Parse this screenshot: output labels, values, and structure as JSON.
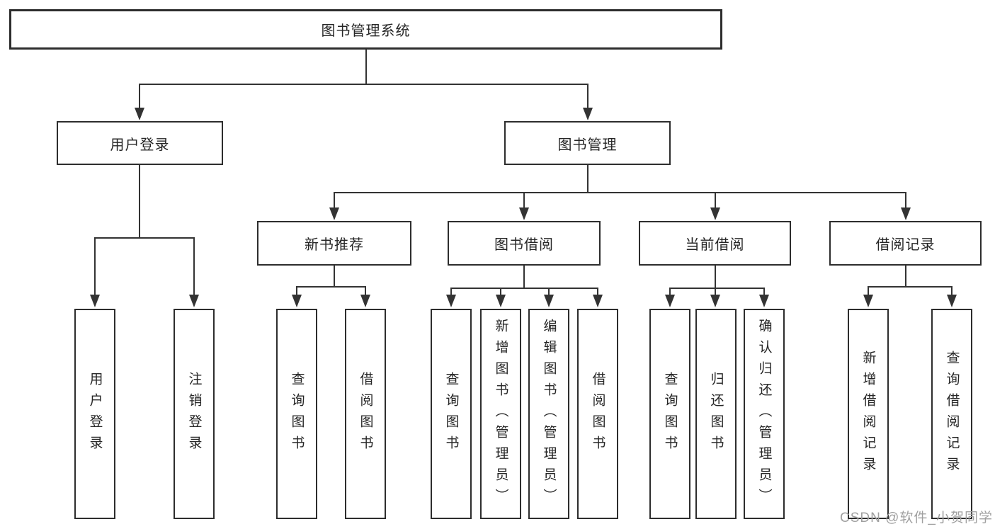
{
  "diagram": {
    "root": {
      "label": "图书管理系统"
    },
    "level2": [
      {
        "label": "用户登录"
      },
      {
        "label": "图书管理"
      }
    ],
    "level3": [
      {
        "label": "新书推荐"
      },
      {
        "label": "图书借阅"
      },
      {
        "label": "当前借阅"
      },
      {
        "label": "借阅记录"
      }
    ],
    "leaves": {
      "login_group": [
        {
          "label": "用户登录"
        },
        {
          "label": "注销登录"
        }
      ],
      "recommend_group": [
        {
          "label": "查询图书"
        },
        {
          "label": "借阅图书"
        }
      ],
      "borrow_group": [
        {
          "label": "查询图书"
        },
        {
          "label": "新增图书（管理员）"
        },
        {
          "label": "编辑图书（管理员）"
        },
        {
          "label": "借阅图书"
        }
      ],
      "current_group": [
        {
          "label": "查询图书"
        },
        {
          "label": "归还图书"
        },
        {
          "label": "确认归还（管理员）"
        }
      ],
      "record_group": [
        {
          "label": "新增借阅记录"
        },
        {
          "label": "查询借阅记录"
        }
      ]
    },
    "watermark": "CSDN @软件_小贺同学",
    "colors": {
      "line": "#333333",
      "box_border": "#2d2d2d",
      "text": "#262626",
      "watermark": "#a0a0a0",
      "background": "#ffffff"
    }
  }
}
